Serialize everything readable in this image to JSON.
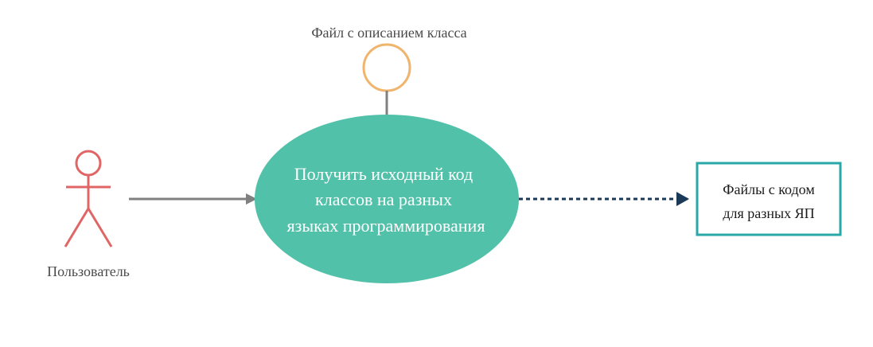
{
  "diagram": {
    "interface": {
      "label": "Файл с описанием класса",
      "color": "#f0b46c"
    },
    "actor": {
      "label": "Пользователь",
      "color": "#e06666"
    },
    "use_case": {
      "lines": [
        "Получить исходный код",
        "классов на разных",
        "языках программирования"
      ],
      "fill": "#52c1aa",
      "text_color": "#ffffff"
    },
    "artifact": {
      "lines": [
        "Файлы с кодом",
        "для разных ЯП"
      ],
      "border": "#2aa8a8"
    },
    "connectors": {
      "association_color": "#808080",
      "dependency_color": "#1b3a57",
      "lollipop_color": "#808080"
    },
    "text_color": "#4a4a4a"
  }
}
